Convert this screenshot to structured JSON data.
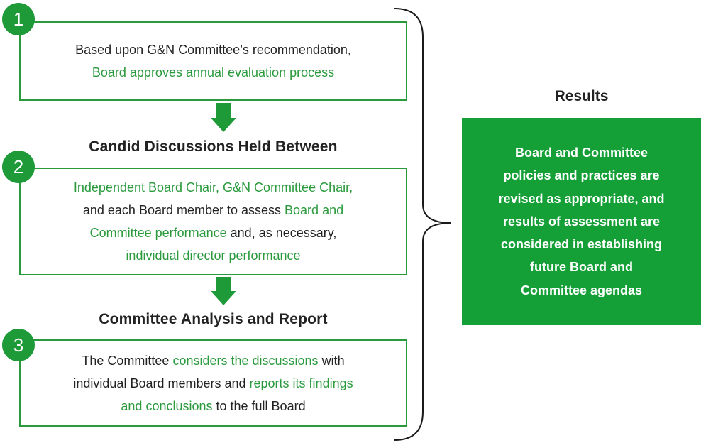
{
  "steps": [
    {
      "number": "1",
      "lines": [
        [
          {
            "text": "Based upon G&N Committee’s recommendation,",
            "hl": false
          }
        ],
        [
          {
            "text": "Board approves annual evaluation process",
            "hl": true
          }
        ]
      ]
    },
    {
      "number": "2",
      "heading": "Candid Discussions Held Between",
      "lines": [
        [
          {
            "text": "Independent Board Chair, G&N Committee Chair,",
            "hl": true
          }
        ],
        [
          {
            "text": "and each Board member to assess ",
            "hl": false
          },
          {
            "text": "Board and",
            "hl": true
          }
        ],
        [
          {
            "text": "Committee performance",
            "hl": true
          },
          {
            "text": " and, as necessary,",
            "hl": false
          }
        ],
        [
          {
            "text": "individual director performance",
            "hl": true
          }
        ]
      ]
    },
    {
      "number": "3",
      "heading": "Committee Analysis and Report",
      "lines": [
        [
          {
            "text": "The Committee ",
            "hl": false
          },
          {
            "text": "considers the discussions",
            "hl": true
          },
          {
            "text": " with",
            "hl": false
          }
        ],
        [
          {
            "text": "individual Board members and ",
            "hl": false
          },
          {
            "text": "reports its findings",
            "hl": true
          }
        ],
        [
          {
            "text": "and conclusions",
            "hl": true
          },
          {
            "text": " to the full Board",
            "hl": false
          }
        ]
      ]
    }
  ],
  "results": {
    "title": "Results",
    "lines": [
      "Board and Committee",
      "policies and practices are",
      "revised as appropriate, and",
      "results of assessment are",
      "considered in establishing",
      "future Board and",
      "Committee agendas"
    ]
  },
  "colors": {
    "accent": "#2a9a3d",
    "badge": "#1e9a38",
    "results_fill": "#15a037",
    "bracket": "#1a1a1a"
  }
}
